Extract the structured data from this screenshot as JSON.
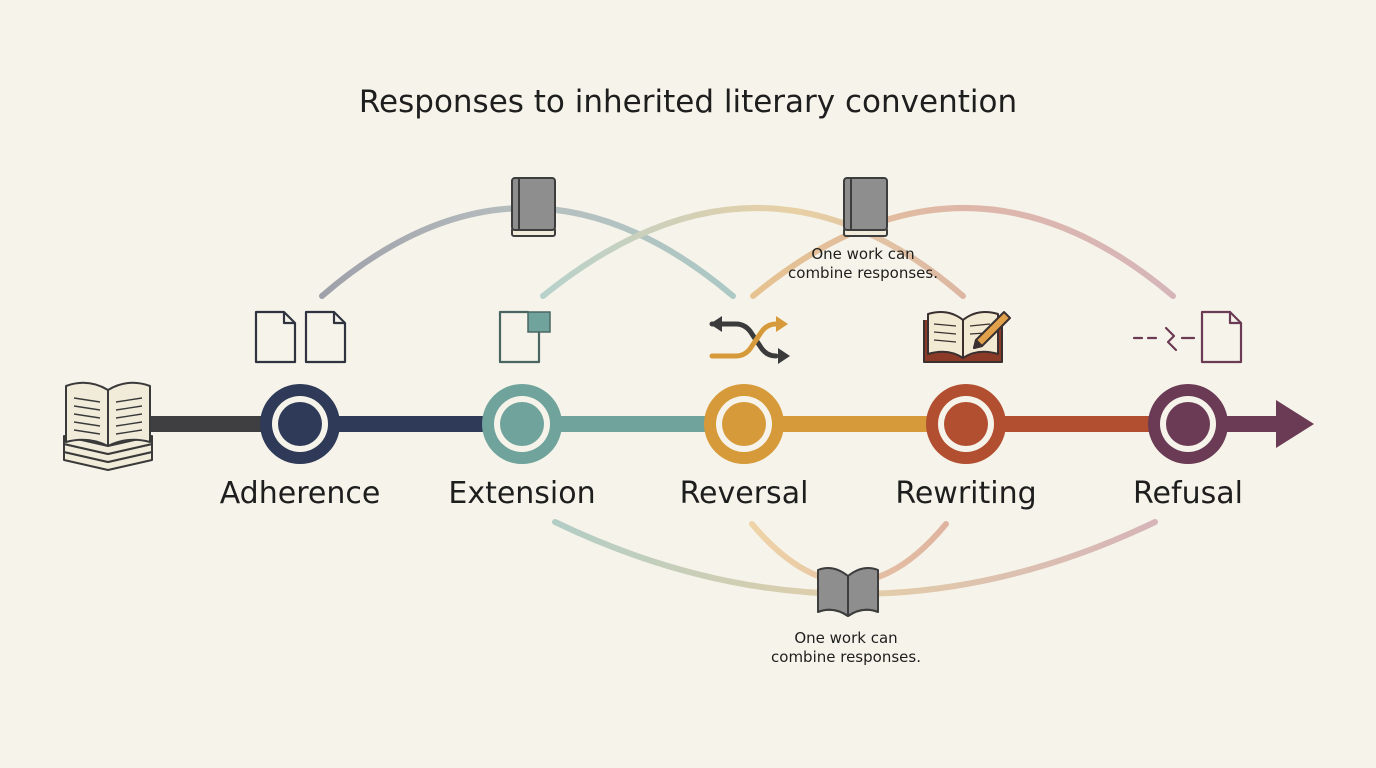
{
  "title": "Responses to inherited literary convention",
  "stages": [
    {
      "label": "Adherence",
      "color": "#2e3a58",
      "icon": "two-documents-icon"
    },
    {
      "label": "Extension",
      "color": "#6fa39b",
      "icon": "document-with-extension-icon"
    },
    {
      "label": "Reversal",
      "color": "#d69a3b",
      "icon": "reverse-arrows-icon"
    },
    {
      "label": "Rewriting",
      "color": "#b24f31",
      "icon": "book-with-pencil-icon"
    },
    {
      "label": "Refusal",
      "color": "#6b3a55",
      "icon": "broken-link-document-icon"
    }
  ],
  "start_icon": "stack-of-open-books-icon",
  "notes": {
    "upper": {
      "line1": "One work can",
      "line2": "combine responses."
    },
    "lower": {
      "line1": "One work can",
      "line2": "combine responses."
    }
  },
  "connector_icons": [
    "closed-book-icon",
    "closed-book-icon",
    "open-book-icon"
  ]
}
